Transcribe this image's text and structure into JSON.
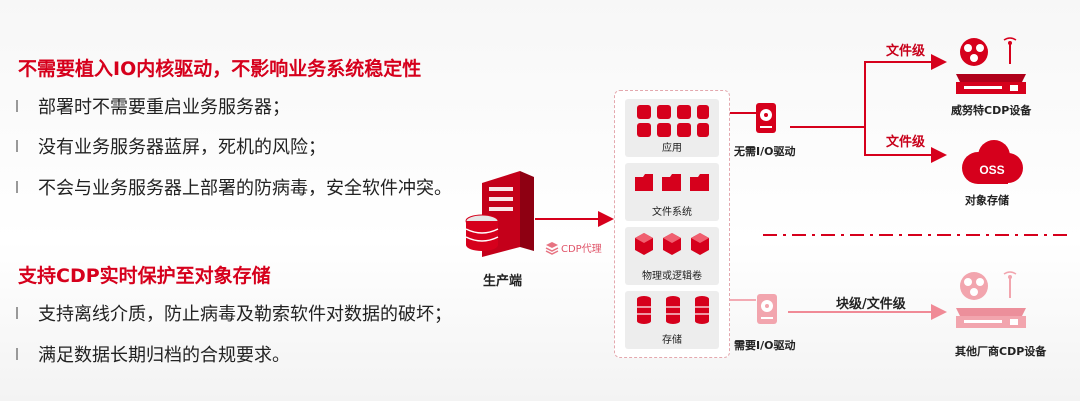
{
  "left": {
    "heading1": "不需要植入IO内核驱动，不影响业务系统稳定性",
    "bullets1": [
      "部署时不需要重启业务服务器；",
      "没有业务服务器蓝屏，死机的风险；",
      "不会与业务服务器上部署的防病毒，安全软件冲突。"
    ],
    "heading2": "支持CDP实时保护至对象存储",
    "bullets2": [
      "支持离线介质，防止病毒及勒索软件对数据的破坏；",
      "满足数据长期归档的合规要求。"
    ]
  },
  "diagram": {
    "producer_label": "生产端",
    "cdp_agent": "CDP代理",
    "stack": [
      "应用",
      "文件系统",
      "物理或逻辑卷",
      "存储"
    ],
    "no_io_driver": "无需I/O驱动",
    "need_io_driver": "需要I/O驱动",
    "file_level_1": "文件级",
    "file_level_2": "文件级",
    "block_file_level": "块级/文件级",
    "weinute_device": "威努特CDP设备",
    "object_storage": "对象存储",
    "oss_text": "OSS",
    "other_device": "其他厂商CDP设备"
  },
  "colors": {
    "accent": "#d6001c",
    "faded": "#f3aab3"
  }
}
